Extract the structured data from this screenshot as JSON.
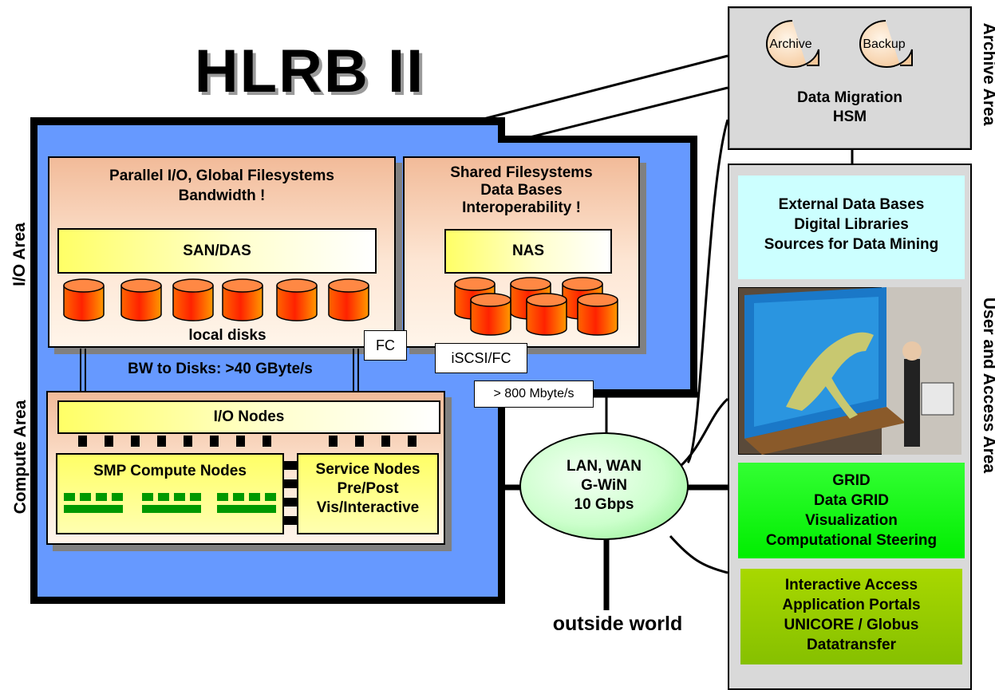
{
  "title": "HLRB II",
  "areas": {
    "io": "I/O Area",
    "compute": "Compute Area",
    "archive": "Archive Area",
    "user_access": "User and Access Area"
  },
  "io_parallel": {
    "title": "Parallel I/O, Global Filesystems",
    "subtitle": "Bandwidth !",
    "bar": "SAN/DAS",
    "disks_label": "local disks"
  },
  "io_shared": {
    "line1": "Shared Filesystems",
    "line2": "Data Bases",
    "line3": "Interoperability !",
    "bar": "NAS"
  },
  "labels": {
    "fc": "FC",
    "iscsi": "iSCSI/FC",
    "bw_disks": "BW to Disks: >40 GByte/s",
    "mbyte": "> 800 Mbyte/s",
    "outside": "outside world"
  },
  "compute": {
    "io_nodes": "I/O Nodes",
    "smp": "SMP Compute Nodes",
    "service1": "Service Nodes",
    "service2": "Pre/Post",
    "service3": "Vis/Interactive"
  },
  "network": {
    "line1": "LAN, WAN",
    "line2": "G-WiN",
    "line3": "10 Gbps"
  },
  "archive": {
    "tape1": "Archive",
    "tape2": "Backup",
    "line1": "Data Migration",
    "line2": "HSM"
  },
  "user_access": {
    "ext1": "External Data Bases",
    "ext2": "Digital Libraries",
    "ext3": "Sources for Data Mining",
    "grid1": "GRID",
    "grid2": "Data GRID",
    "grid3": "Visualization",
    "grid4": "Computational Steering",
    "ia1": "Interactive Access",
    "ia2": "Application Portals",
    "ia3": "UNICORE / Globus",
    "ia4": "Datatransfer"
  },
  "colors": {
    "blue_area": "#6699ff",
    "peach_top": "#f2bb99",
    "yellow": "#ffff66",
    "cyan_box": "#ccffff",
    "grid_green": "#00ff00",
    "access_green": "#99cc00",
    "network_green": "#ccffcc",
    "gray_panel": "#d9d9d9"
  },
  "icons": [
    "disk-cylinder-icon",
    "tape-reel-icon",
    "node-block-icon"
  ]
}
